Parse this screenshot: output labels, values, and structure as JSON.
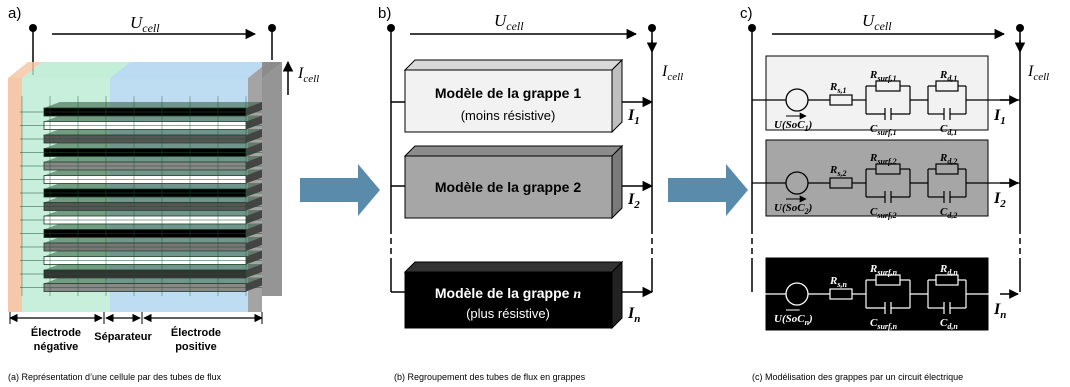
{
  "panels": {
    "a": {
      "tag": "a)",
      "voltage_label": "U",
      "voltage_sub": "cell",
      "current_label": "I",
      "current_sub": "cell",
      "electrode_neg_line1": "Électrode",
      "electrode_neg_line2": "négative",
      "separator_label": "Séparateur",
      "electrode_pos_line1": "Électrode",
      "electrode_pos_line2": "positive",
      "caption": "(a) Représentation d’une cellule par des tubes de flux"
    },
    "b": {
      "tag": "b)",
      "voltage_label": "U",
      "voltage_sub": "cell",
      "current_label": "I",
      "current_sub": "cell",
      "box1_title": "Modèle de la grappe 1",
      "box1_sub": "(moins résistive)",
      "box2_title": "Modèle de la grappe 2",
      "box3_title": "Modèle de la grappe ",
      "box3_title_var": "n",
      "box3_sub": "(plus résistive)",
      "i1": "I",
      "i1_sub": "1",
      "i2": "I",
      "i2_sub": "2",
      "in": "I",
      "in_sub": "n",
      "caption": "(b) Regroupement des tubes de flux en grappes"
    },
    "c": {
      "tag": "c)",
      "voltage_label": "U",
      "voltage_sub": "cell",
      "current_label": "I",
      "current_sub": "cell",
      "rows": [
        {
          "rs": "R",
          "rs_sub": "s,1",
          "rsurf": "R",
          "rsurf_sub": "surf,1",
          "rd": "R",
          "rd_sub": "d,1",
          "csurf": "C",
          "csurf_sub": "surf,1",
          "cd": "C",
          "cd_sub": "d,1",
          "u": "U(SoC",
          "u_sub": "1",
          "u_end": ")",
          "i": "I",
          "i_sub": "1"
        },
        {
          "rs": "R",
          "rs_sub": "s,2",
          "rsurf": "R",
          "rsurf_sub": "surf,2",
          "rd": "R",
          "rd_sub": "d,2",
          "csurf": "C",
          "csurf_sub": "surf,2",
          "cd": "C",
          "cd_sub": "d,2",
          "u": "U(SoC",
          "u_sub": "2",
          "u_end": ")",
          "i": "I",
          "i_sub": "2"
        },
        {
          "rs": "R",
          "rs_sub": "s,n",
          "rsurf": "R",
          "rsurf_sub": "surf,n",
          "rd": "R",
          "rd_sub": "d,n",
          "csurf": "C",
          "csurf_sub": "surf,n",
          "cd": "C",
          "cd_sub": "d,n",
          "u": "U(SoC",
          "u_sub": "n",
          "u_end": ")",
          "i": "I",
          "i_sub": "n"
        }
      ],
      "caption": "(c) Modélisation des grappes par un circuit électrique"
    }
  },
  "colors": {
    "arrow_blue": "#5b8bab",
    "neg_electrode": "#f4c7a8",
    "separator": "#b6ead0",
    "pos_electrode": "#a9d2ee",
    "collector_gray": "#9a9a9a",
    "box1_fill": "#f2f2f2",
    "box2_fill": "#a6a6a6",
    "box3_fill": "#000000"
  }
}
